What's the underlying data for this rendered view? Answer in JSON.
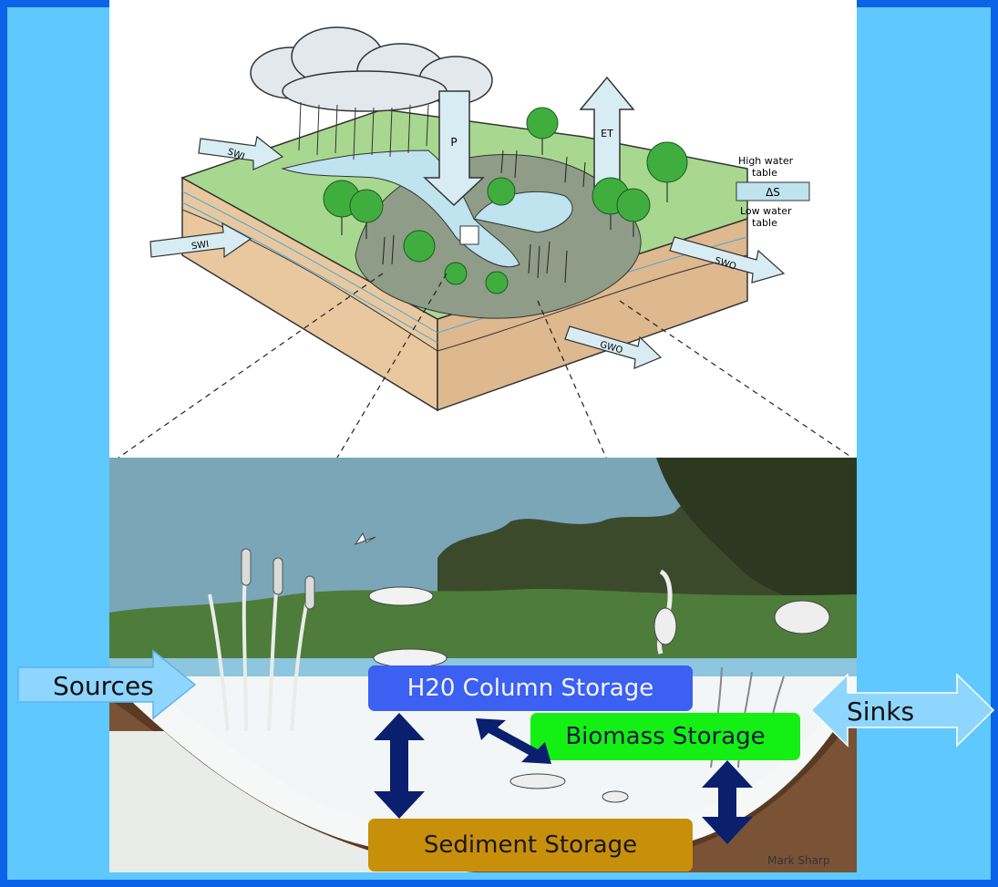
{
  "diagram": {
    "top_block_labels": {
      "et": "ET",
      "p": "P",
      "swi_upper": "SWI",
      "swi_left": "SWI",
      "swo": "SWO",
      "gwo": "GWO",
      "high_water_table": "High water table",
      "delta_s": "ΔS",
      "low_water_table": "Low water table"
    },
    "flows": {
      "sources": "Sources",
      "sinks": "Sinks"
    },
    "storage": {
      "h2o_column": "H20 Column Storage",
      "biomass": "Biomass Storage",
      "sediment": "Sediment Storage"
    },
    "credit": "Mark Sharp"
  },
  "colors": {
    "border": "#0b63e8",
    "background": "#5ec8ff",
    "h2o_box": "#3c60f2",
    "biomass_box": "#14ef14",
    "sediment_box": "#c8900a",
    "double_arrow": "#0a1f6e",
    "flow_arrow": "#8fd6ff"
  }
}
